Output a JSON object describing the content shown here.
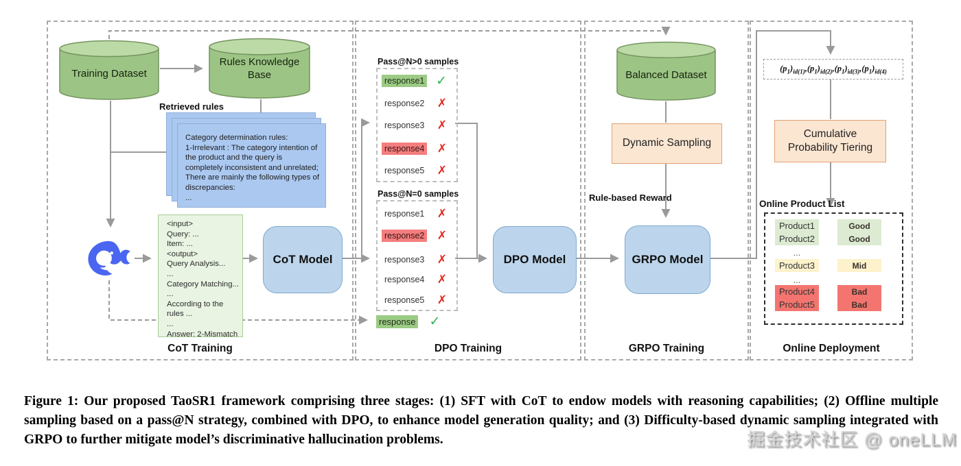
{
  "figure": {
    "cot": {
      "panel_label": "CoT Training",
      "training_dataset": "Training Dataset",
      "rules_kb": "Rules Knowledge Base",
      "retrieved_rules": "Retrieved rules",
      "rules_card": [
        "Category determination rules:",
        "1-Irrelevant : The category intention of",
        "the product and the query is",
        "completely inconsistent and unrelated;",
        "There are mainly the following types of",
        "discrepancies:",
        "..."
      ],
      "prompt": [
        "<input>",
        "Query: ...",
        "Item: ...",
        "<output>",
        "Query Analysis...",
        "...",
        "Category Matching...",
        "...",
        "According to the",
        "rules ...",
        "...",
        "Answer: 2-Mismatch"
      ],
      "model": "CoT Model"
    },
    "dpo": {
      "panel_label": "DPO Training",
      "pass_gt0_title": "Pass@N>0 samples",
      "pass_gt0": [
        {
          "text": "response1",
          "highlight": "green",
          "mark": "pass"
        },
        {
          "text": "response2",
          "highlight": "none",
          "mark": "fail"
        },
        {
          "text": "response3",
          "highlight": "none",
          "mark": "fail"
        },
        {
          "text": "response4",
          "highlight": "red",
          "mark": "fail"
        },
        {
          "text": "response5",
          "highlight": "none",
          "mark": "fail"
        }
      ],
      "pass_eq0_title": "Pass@N=0 samples",
      "pass_eq0": [
        {
          "text": "response1",
          "highlight": "none",
          "mark": "fail"
        },
        {
          "text": "response2",
          "highlight": "red",
          "mark": "fail"
        },
        {
          "text": "response3",
          "highlight": "none",
          "mark": "fail"
        },
        {
          "text": "response4",
          "highlight": "none",
          "mark": "fail"
        },
        {
          "text": "response5",
          "highlight": "none",
          "mark": "fail"
        }
      ],
      "final_response": {
        "text": "response",
        "highlight": "green",
        "mark": "pass"
      },
      "model": "DPO Model"
    },
    "grpo": {
      "panel_label": "GRPO Training",
      "dataset": "Balanced Dataset",
      "sampling": "Dynamic Sampling",
      "reward": "Rule-based Reward",
      "model": "GRPO Model"
    },
    "online": {
      "panel_label": "Online Deployment",
      "formula_parts": [
        {
          "open": "(p",
          "idx": "1",
          "close": ")",
          "sub": "id(1)",
          "sep": ", "
        },
        {
          "open": "(p",
          "idx": "1",
          "close": ")",
          "sub": "id(2)",
          "sep": ", "
        },
        {
          "open": "(p",
          "idx": "1",
          "close": ")",
          "sub": "id(3)",
          "sep": ", "
        },
        {
          "open": "(p",
          "idx": "1",
          "close": ")",
          "sub": "id(4)",
          "sep": ""
        }
      ],
      "tiering_line1": "Cumulative",
      "tiering_line2": "Probability Tiering",
      "list_title": "Online Product List",
      "products": [
        {
          "name": "Product1",
          "tier": "Good",
          "level": "good"
        },
        {
          "name": "Product2",
          "tier": "Good",
          "level": "good"
        },
        {
          "name": "...",
          "tier": "",
          "level": "dots"
        },
        {
          "name": "Product3",
          "tier": "Mid",
          "level": "mid"
        },
        {
          "name": "...",
          "tier": "",
          "level": "dots"
        },
        {
          "name": "Product4",
          "tier": "Bad",
          "level": "bad"
        },
        {
          "name": "Product5",
          "tier": "Bad",
          "level": "bad"
        }
      ]
    }
  },
  "icons": {
    "check": "✓",
    "cross": "✗"
  },
  "caption": "Figure 1: Our proposed TaoSR1 framework comprising three stages: (1) SFT with CoT to endow models with reasoning capabilities; (2) Offline multiple sampling based on a pass@N strategy, combined with DPO, to enhance model generation quality; and (3) Difficulty-based dynamic sampling integrated with GRPO to further mitigate model’s discriminative hallucination problems.",
  "watermark": "掘金技术社区 @ oneLLM",
  "colors": {
    "model_blue": "#bcd5ec",
    "dataset_green": "#9cc585",
    "stage_orange": "#fbe6d2",
    "pass_green": "#9ccb85",
    "fail_red": "#f47e7e",
    "tier_good": "#dcebd2",
    "tier_mid": "#fdf2cb",
    "tier_bad": "#f4756f",
    "check_green": "#2eb351",
    "cross_red": "#e3261d",
    "whale_blue": "#4a66f0",
    "connector_gray": "#9a9a9a"
  }
}
